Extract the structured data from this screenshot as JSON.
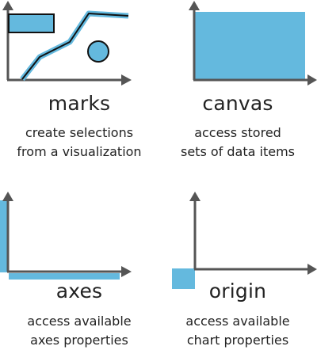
{
  "colors": {
    "accent": "#64b9de",
    "axis": "#555555",
    "stroke": "#111111",
    "text": "#222222"
  },
  "panels": [
    {
      "id": "marks",
      "title": "marks",
      "description": [
        "create selections",
        "from a visualization"
      ],
      "icon": "marks-icon"
    },
    {
      "id": "canvas",
      "title": "canvas",
      "description": [
        "access stored",
        "sets of data items"
      ],
      "icon": "canvas-icon"
    },
    {
      "id": "axes",
      "title": "axes",
      "description": [
        "access available",
        "axes properties"
      ],
      "icon": "axes-icon"
    },
    {
      "id": "origin",
      "title": "origin",
      "description": [
        "access available",
        "chart properties"
      ],
      "icon": "origin-icon"
    }
  ]
}
